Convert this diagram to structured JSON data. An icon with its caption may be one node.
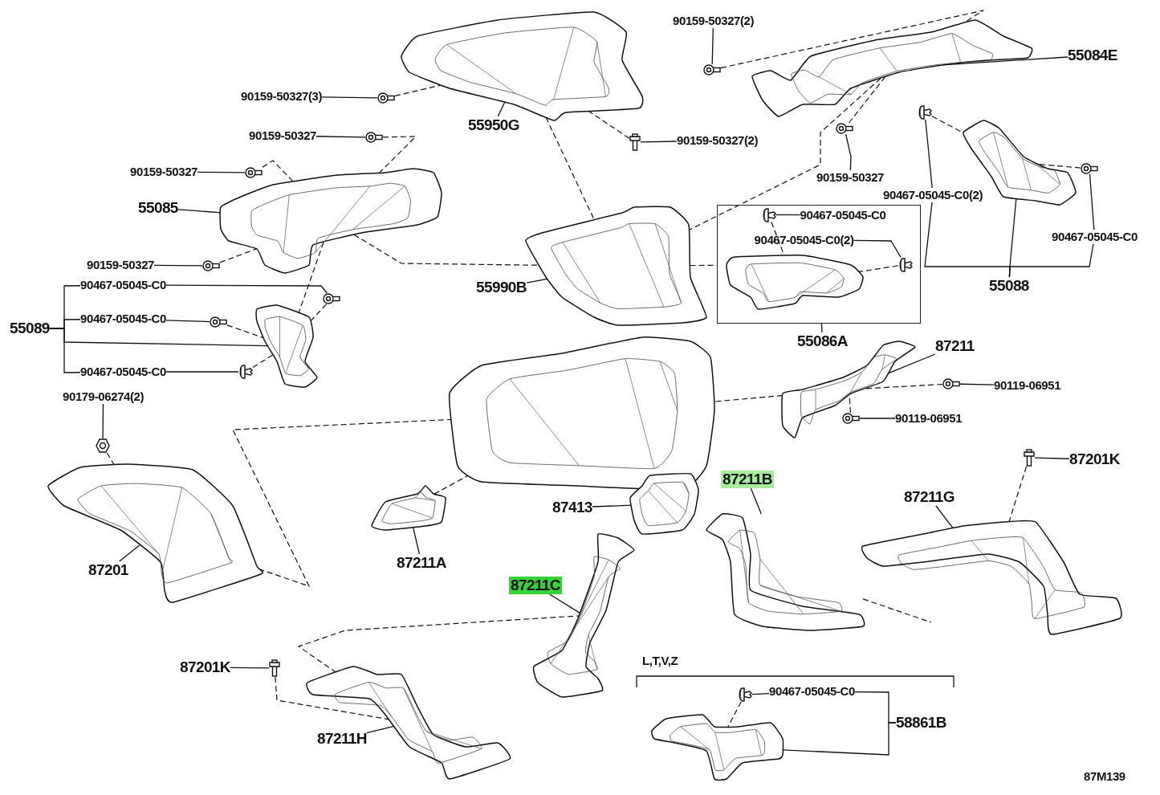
{
  "diagram": {
    "nodes": [
      {
        "text": [
          "90159-50327(3)"
        ]
      },
      {
        "text": [],
        "shape": "picture"
      },
      {
        "text": [
          "55950G"
        ]
      },
      {
        "text": [],
        "shape": "picture"
      },
      {
        "text": [
          "90159-50327(2)"
        ]
      },
      {
        "text": [],
        "shape": "picture"
      },
      {
        "text": [
          "55084E"
        ]
      },
      {
        "text": [],
        "shape": "picture"
      },
      {
        "text": [
          "90159-50327"
        ]
      },
      {
        "text": [],
        "shape": "picture"
      },
      {
        "text": [
          "90159-50327(2)"
        ]
      },
      {
        "text": [],
        "shape": "picture"
      },
      {
        "text": [
          "90159-50327"
        ]
      },
      {
        "text": [],
        "shape": "picture"
      },
      {
        "text": [
          "90159-50327"
        ]
      },
      {
        "text": [],
        "shape": "picture"
      },
      {
        "text": [
          "55085"
        ]
      },
      {
        "text": [],
        "shape": "picture"
      },
      {
        "text": [
          "90467-05045-C0(2)"
        ]
      },
      {
        "text": [],
        "shape": "picture"
      },
      {
        "text": [],
        "shape": "picture"
      },
      {
        "text": [
          "90467-05045-C0"
        ]
      },
      {
        "text": [],
        "shape": "picture"
      },
      {
        "text": [
          "55088"
        ]
      },
      {
        "text": [],
        "shape": "box"
      },
      {
        "text": [
          "90467-05045-C0"
        ],
        "in": 24
      },
      {
        "text": [
          "90467-05045-C0(2)"
        ],
        "in": 24
      },
      {
        "text": [],
        "shape": "picture",
        "in": 24
      },
      {
        "text": [],
        "shape": "picture",
        "in": 24
      },
      {
        "text": [],
        "shape": "picture",
        "in": 24
      },
      {
        "text": [
          "55086A"
        ]
      },
      {
        "text": [
          "90159-50327"
        ]
      },
      {
        "text": [],
        "shape": "picture"
      },
      {
        "text": [
          "55990B"
        ]
      },
      {
        "text": [],
        "shape": "picture"
      },
      {
        "text": [
          "55089"
        ]
      },
      {
        "text": [
          "90467-05045-C0"
        ]
      },
      {
        "text": [],
        "shape": "picture"
      },
      {
        "text": [
          "90467-05045-C0"
        ]
      },
      {
        "text": [],
        "shape": "picture"
      },
      {
        "text": [
          "90467-05045-C0"
        ]
      },
      {
        "text": [],
        "shape": "picture"
      },
      {
        "text": [],
        "shape": "picture"
      },
      {
        "text": [],
        "shape": "picture"
      },
      {
        "text": [
          "87211"
        ]
      },
      {
        "text": [],
        "shape": "picture"
      },
      {
        "text": [
          "90119-06951"
        ]
      },
      {
        "text": [],
        "shape": "picture"
      },
      {
        "text": [
          "90119-06951"
        ]
      },
      {
        "text": [],
        "shape": "picture"
      },
      {
        "text": [
          "90179-06274(2)"
        ]
      },
      {
        "text": [],
        "shape": "picture"
      },
      {
        "text": [
          "87201"
        ]
      },
      {
        "text": [],
        "shape": "picture"
      },
      {
        "text": [
          "87201K"
        ]
      },
      {
        "text": [],
        "shape": "picture"
      },
      {
        "text": [
          "87211B"
        ]
      },
      {
        "text": [],
        "shape": "picture"
      },
      {
        "text": [
          "87413"
        ]
      },
      {
        "text": [],
        "shape": "picture"
      },
      {
        "text": [
          "87211G"
        ]
      },
      {
        "text": [],
        "shape": "picture"
      },
      {
        "text": [
          "87211A"
        ]
      },
      {
        "text": [],
        "shape": "picture"
      },
      {
        "text": [
          "87211C"
        ]
      },
      {
        "text": [],
        "shape": "picture"
      },
      {
        "text": [
          "87201K"
        ]
      },
      {
        "text": [],
        "shape": "picture"
      },
      {
        "text": [
          "87211H"
        ]
      },
      {
        "text": [],
        "shape": "picture"
      },
      {
        "text": [
          "90467-05045-C0"
        ]
      },
      {
        "text": [],
        "shape": "picture"
      },
      {
        "text": [
          "58861B"
        ]
      },
      {
        "text": [],
        "shape": "picture"
      }
    ],
    "edges": [
      {
        "from": 0,
        "to": 1,
        "arrow": "none"
      },
      {
        "from": 2,
        "to": 3,
        "arrow": "none"
      },
      {
        "from": 4,
        "to": 5,
        "arrow": "none"
      },
      {
        "from": 6,
        "to": 7,
        "arrow": "none"
      },
      {
        "from": 8,
        "to": 9,
        "arrow": "none"
      },
      {
        "from": 10,
        "to": 11,
        "arrow": "none"
      },
      {
        "from": 12,
        "to": 13,
        "arrow": "none"
      },
      {
        "from": 14,
        "to": 15,
        "arrow": "none"
      },
      {
        "from": 16,
        "to": 17,
        "arrow": "none"
      },
      {
        "from": 18,
        "to": 19,
        "arrow": "none"
      },
      {
        "from": 21,
        "to": 22,
        "arrow": "none"
      },
      {
        "from": 23,
        "to": 18,
        "arrow": "none"
      },
      {
        "from": 23,
        "to": 20,
        "arrow": "none"
      },
      {
        "from": 23,
        "to": 21,
        "arrow": "none"
      },
      {
        "from": 25,
        "to": 27,
        "arrow": "none"
      },
      {
        "from": 26,
        "to": 28,
        "arrow": "none"
      },
      {
        "from": 30,
        "to": 24,
        "arrow": "none"
      },
      {
        "from": 31,
        "to": 32,
        "arrow": "none"
      },
      {
        "from": 33,
        "to": 34,
        "arrow": "none"
      },
      {
        "from": 35,
        "to": 36,
        "arrow": "none"
      },
      {
        "from": 35,
        "to": 38,
        "arrow": "none"
      },
      {
        "from": 35,
        "to": 40,
        "arrow": "none"
      },
      {
        "from": 35,
        "to": 42,
        "arrow": "none"
      },
      {
        "from": 36,
        "to": 37,
        "arrow": "none"
      },
      {
        "from": 38,
        "to": 39,
        "arrow": "none"
      },
      {
        "from": 40,
        "to": 41,
        "arrow": "none"
      },
      {
        "from": 44,
        "to": 45,
        "arrow": "none"
      },
      {
        "from": 46,
        "to": 47,
        "arrow": "none"
      },
      {
        "from": 48,
        "to": 49,
        "arrow": "none"
      },
      {
        "from": 50,
        "to": 51,
        "arrow": "none"
      },
      {
        "from": 52,
        "to": 53,
        "arrow": "none"
      },
      {
        "from": 54,
        "to": 55,
        "arrow": "none"
      },
      {
        "from": 56,
        "to": 57,
        "arrow": "none"
      },
      {
        "from": 58,
        "to": 59,
        "arrow": "none"
      },
      {
        "from": 60,
        "to": 61,
        "arrow": "none"
      },
      {
        "from": 62,
        "to": 63,
        "arrow": "none"
      },
      {
        "from": 64,
        "to": 65,
        "arrow": "none"
      },
      {
        "from": 66,
        "to": 67,
        "arrow": "none"
      },
      {
        "from": 68,
        "to": 69,
        "arrow": "none"
      },
      {
        "from": 70,
        "to": 71,
        "arrow": "none"
      },
      {
        "from": 72,
        "to": 70,
        "arrow": "none"
      },
      {
        "from": 72,
        "to": 73,
        "arrow": "none"
      },
      {
        "from": 1,
        "to": 3,
        "arrow": "none",
        "style": "dashed"
      },
      {
        "from": 5,
        "to": 7,
        "arrow": "none",
        "style": "dashed"
      },
      {
        "from": 9,
        "to": 17,
        "arrow": "none",
        "style": "dashed"
      },
      {
        "from": 11,
        "to": 3,
        "arrow": "none",
        "style": "dashed"
      },
      {
        "from": 13,
        "to": 17,
        "arrow": "none",
        "style": "dashed"
      },
      {
        "from": 15,
        "to": 7,
        "arrow": "none",
        "style": "dashed"
      },
      {
        "from": 3,
        "to": 34,
        "arrow": "none",
        "style": "dashed"
      },
      {
        "from": 17,
        "to": 34,
        "arrow": "none",
        "style": "dashed"
      },
      {
        "from": 7,
        "to": 34,
        "arrow": "none",
        "style": "dashed"
      },
      {
        "from": 32,
        "to": 17,
        "arrow": "none",
        "style": "dashed"
      },
      {
        "from": 17,
        "to": 42,
        "arrow": "none",
        "style": "dashed"
      },
      {
        "from": 37,
        "to": 42,
        "arrow": "none",
        "style": "dashed"
      },
      {
        "from": 39,
        "to": 42,
        "arrow": "none",
        "style": "dashed"
      },
      {
        "from": 41,
        "to": 42,
        "arrow": "none",
        "style": "dashed"
      },
      {
        "from": 19,
        "to": 20,
        "arrow": "none",
        "style": "dashed"
      },
      {
        "from": 22,
        "to": 20,
        "arrow": "none",
        "style": "dashed"
      },
      {
        "from": 34,
        "to": 24,
        "arrow": "none",
        "style": "dashed"
      },
      {
        "from": 27,
        "to": 29,
        "arrow": "none",
        "style": "dashed"
      },
      {
        "from": 28,
        "to": 29,
        "arrow": "none",
        "style": "dashed"
      },
      {
        "from": 47,
        "to": 45,
        "arrow": "none",
        "style": "dashed"
      },
      {
        "from": 49,
        "to": 45,
        "arrow": "none",
        "style": "dashed"
      },
      {
        "from": 45,
        "to": 43,
        "arrow": "none",
        "style": "dashed"
      },
      {
        "from": 43,
        "to": 53,
        "arrow": "none",
        "style": "dashed"
      },
      {
        "from": 51,
        "to": 53,
        "arrow": "none",
        "style": "dashed"
      },
      {
        "from": 63,
        "to": 43,
        "arrow": "none",
        "style": "dashed"
      },
      {
        "from": 55,
        "to": 61,
        "arrow": "none",
        "style": "dashed"
      },
      {
        "from": 57,
        "to": 61,
        "arrow": "none",
        "style": "dashed"
      },
      {
        "from": 67,
        "to": 69,
        "arrow": "none",
        "style": "dashed"
      },
      {
        "from": 69,
        "to": 65,
        "arrow": "none",
        "style": "dashed"
      },
      {
        "from": 71,
        "to": 73,
        "arrow": "none",
        "style": "dashed"
      }
    ],
    "labels": [
      "L,T,V,Z",
      "87M139"
    ]
  }
}
